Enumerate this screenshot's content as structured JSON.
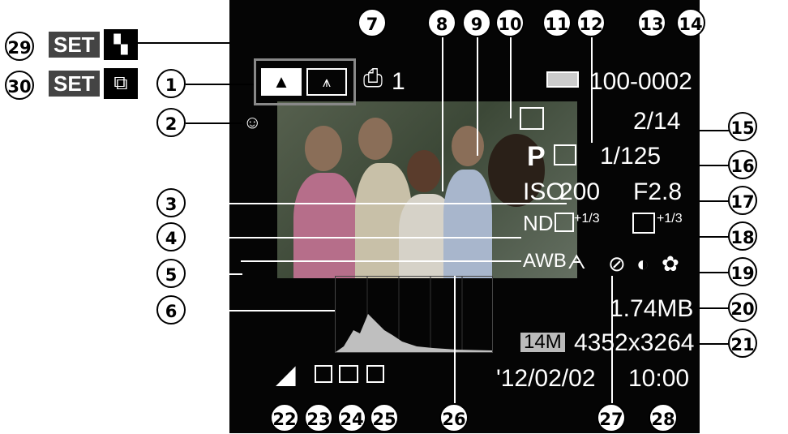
{
  "diagram": {
    "callouts": [
      "1",
      "2",
      "3",
      "4",
      "5",
      "6",
      "7",
      "8",
      "9",
      "10",
      "11",
      "12",
      "13",
      "14",
      "15",
      "16",
      "17",
      "18",
      "19",
      "20",
      "21",
      "22",
      "23",
      "24",
      "25",
      "26",
      "27",
      "28",
      "29",
      "30"
    ],
    "osd": {
      "print_count": "1",
      "folder_file": "100-0002",
      "image_number": "2/14",
      "shutter": "1/125",
      "aperture": "F2.8",
      "iso_label": "ISO",
      "iso_value": "200",
      "mode": "P",
      "nd": "ND",
      "awb": "AWB",
      "exposure_comp": "+1/3",
      "flash_comp": "+1/3",
      "file_size": "1.74MB",
      "resolution_tag": "14M",
      "resolution": "4352x3264",
      "date": "'12/02/02",
      "time": "10:00",
      "set_label": "SET"
    }
  }
}
